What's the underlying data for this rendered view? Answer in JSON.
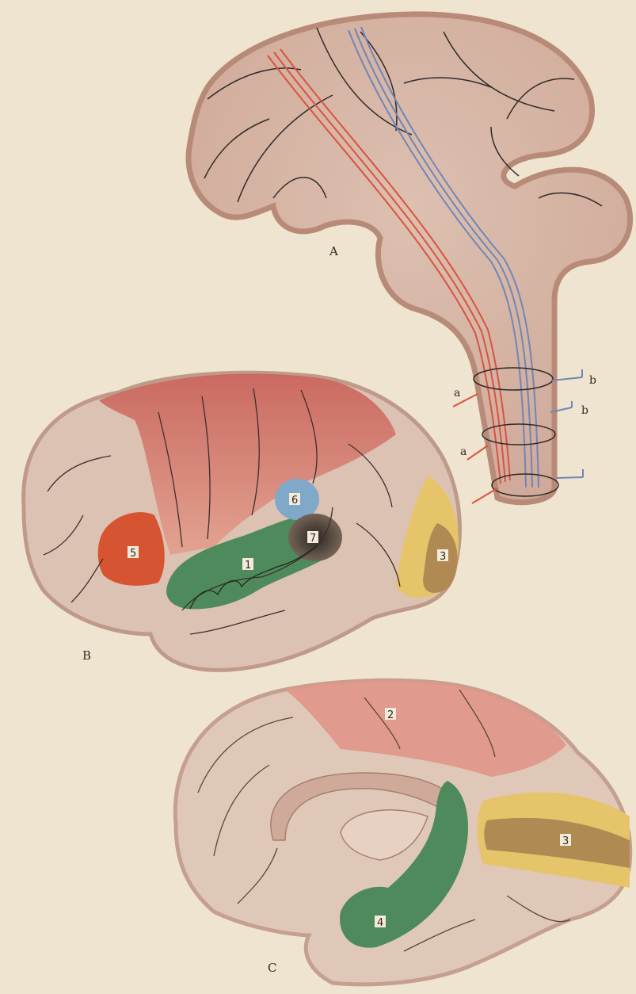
{
  "figures": {
    "a": {
      "label": "A",
      "tract_left_label": "a",
      "tract_right_label": "b"
    },
    "b": {
      "label": "B"
    },
    "c": {
      "label": "C"
    }
  },
  "areas": {
    "b": {
      "n1": "1",
      "n3": "3",
      "n5": "5",
      "n6": "6",
      "n7": "7"
    },
    "c": {
      "n2": "2",
      "n3": "3",
      "n4": "4"
    }
  },
  "colors": {
    "background": "#efe4cf",
    "brain_tissue": "#d9b8a6",
    "brain_outline": "#b58a78",
    "motor_tract": "#d9533f",
    "sensory_tract": "#6f86b8",
    "area_red": "#d6705e",
    "area_orange": "#d65432",
    "area_green": "#4f8a5c",
    "area_blue": "#7fa8c9",
    "area_yellow": "#e6c46a",
    "area_dark": "#4a3e36"
  }
}
